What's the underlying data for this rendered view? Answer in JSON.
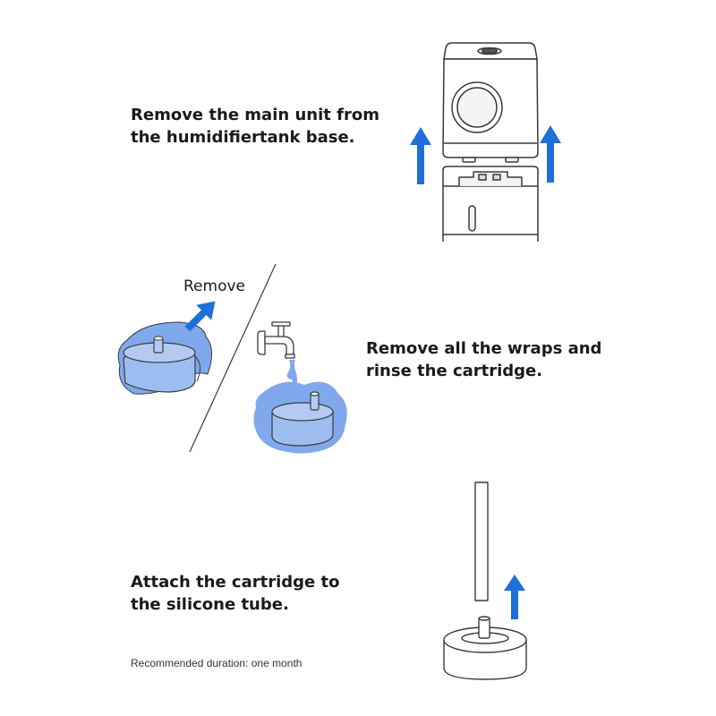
{
  "steps": [
    {
      "line1": "Remove the main unit from",
      "line2": "the humidifiertank base."
    },
    {
      "line1": "Remove all the wraps and",
      "line2": "rinse the cartridge."
    },
    {
      "line1": "Attach the cartridge to",
      "line2": "the silicone tube."
    }
  ],
  "remove_label": "Remove",
  "footnote": "Recommended duration: one month",
  "colors": {
    "arrow": "#1f6fd8",
    "water": "#7fa9ec",
    "line": "#3a3a3a"
  },
  "icons": [
    "up-arrow-icon",
    "faucet-icon",
    "water-splash-icon",
    "cartridge-icon"
  ]
}
